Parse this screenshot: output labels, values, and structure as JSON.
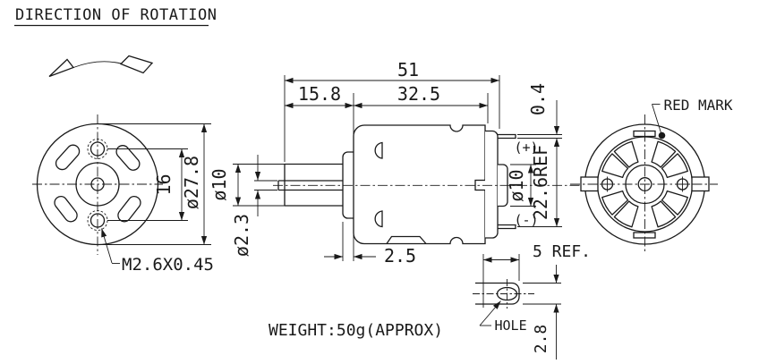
{
  "drawing": {
    "title": "DIRECTION OF ROTATION",
    "weight_note": "WEIGHT:50g(APPROX)",
    "front_view": {
      "hole_spacing": "16",
      "outer_diameter": "ø27.8",
      "thread_spec": "M2.6X0.45"
    },
    "side_view": {
      "overall_length": "51",
      "front_section_length": "15.8",
      "body_length": "32.5",
      "front_boss_diameter": "ø10",
      "shaft_diameter": "ø2.3",
      "flange_thickness": "2.5",
      "terminal_thickness": "0.4",
      "positive_terminal": "(+)",
      "negative_terminal": "(-)",
      "rear_boss_diameter": "ø10",
      "terminal_span": "22.6REF"
    },
    "rear_view": {
      "red_mark_label": "RED MARK"
    },
    "terminal_detail": {
      "width_ref": "5 REF.",
      "hole_label": "HOLE",
      "terminal_width": "2.8"
    }
  }
}
